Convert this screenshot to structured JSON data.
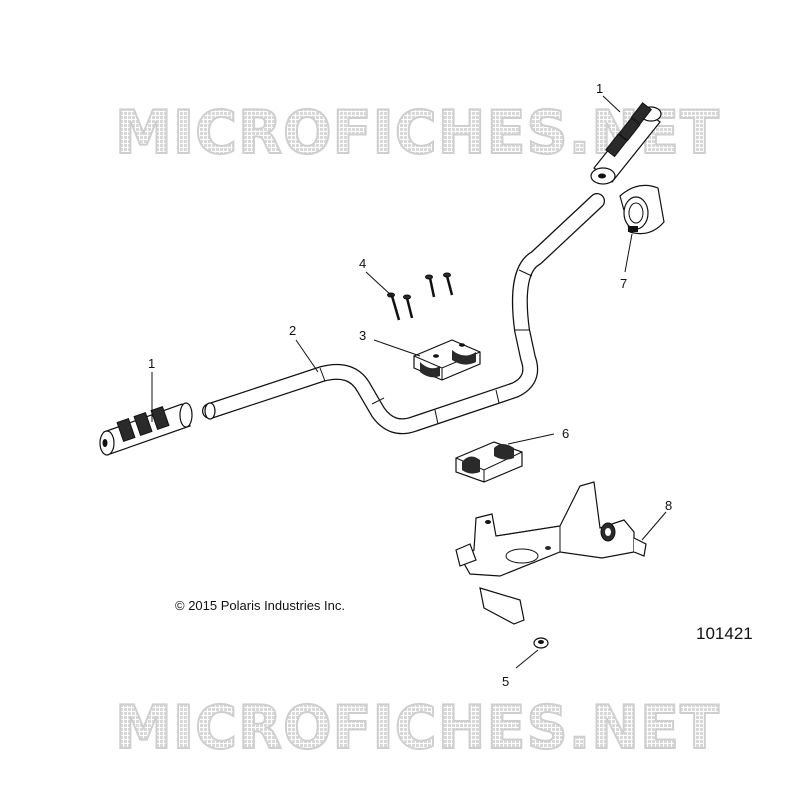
{
  "watermarks": [
    "MICROFICHES.NET",
    "MICROFICHES.NET"
  ],
  "callouts": {
    "grip_right": "1",
    "grip_left": "1",
    "handlebar": "2",
    "clamp_upper": "3",
    "bolts": "4",
    "nut": "5",
    "clamp_lower": "6",
    "end_cap": "7",
    "bracket": "8"
  },
  "copyright": "© 2015 Polaris Industries Inc.",
  "diagram_id": "101421"
}
